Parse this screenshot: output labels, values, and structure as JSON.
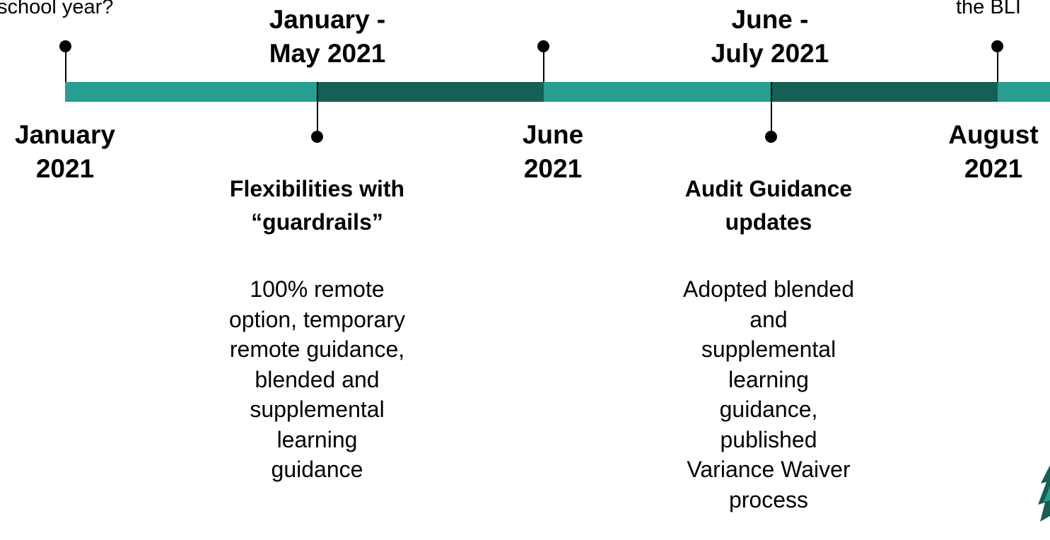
{
  "colors": {
    "line_teal": "#279e91",
    "line_dark": "#155f55",
    "marker": "#000000",
    "text": "#000000"
  },
  "timeline": {
    "top_cut_text_left": "school year?",
    "top_cut_text_right": "the BLI",
    "dates_below": {
      "january_2021": "January\n2021",
      "june_2021": "June\n2021",
      "august_2021": "August\n2021"
    },
    "periods_above": {
      "jan_may_2021": "January -\nMay 2021",
      "june_july_2021": "June -\nJuly 2021"
    },
    "events": [
      {
        "heading": "Flexibilities with\n“guardrails”",
        "description": "100% remote\noption, temporary\nremote guidance,\nblended and\nsupplemental\nlearning\nguidance"
      },
      {
        "heading": "Audit Guidance\nupdates",
        "description": "Adopted blended\nand\nsupplemental\nlearning\nguidance,\npublished\nVariance Waiver\nprocess"
      }
    ]
  },
  "decor": {
    "logo_icon": "tree-logo-icon"
  }
}
